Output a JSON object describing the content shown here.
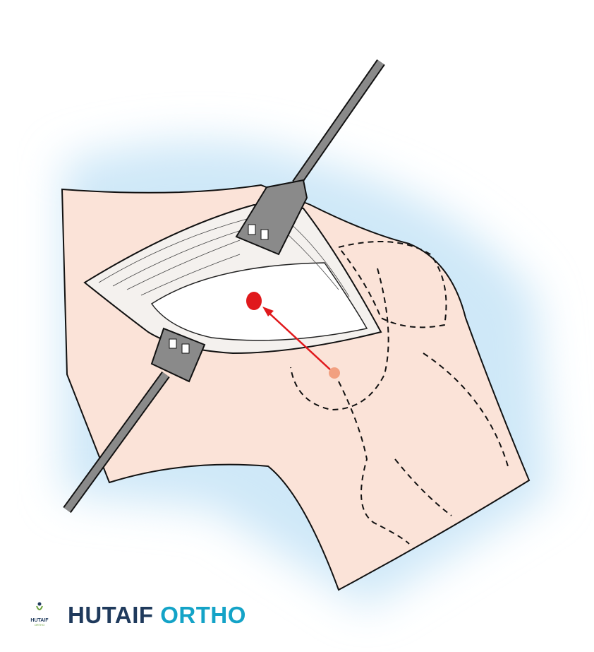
{
  "brand": {
    "name_part1": "HUTAIF",
    "name_part2": "ORTHO",
    "logo_text": "HUTAIF",
    "logo_subtext": "ORTHO"
  },
  "colors": {
    "skin": "#fbe3d8",
    "background_glow": "#cfe8f8",
    "retractor": "#8a8a8a",
    "target_point": "#e0191c",
    "entry_point": "#f2a080",
    "brand_dark": "#1f3a5c",
    "brand_light": "#14a3c7"
  }
}
